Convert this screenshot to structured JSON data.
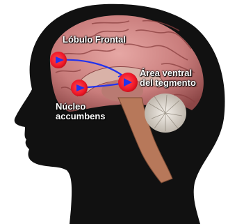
{
  "labels": {
    "frontal_lobe": "Lóbulo Frontal",
    "vta_line1": "Área ventral",
    "vta_line2": "del tegmento",
    "nac_line1": "Núcleo",
    "nac_line2": "accumbens"
  },
  "colors": {
    "head_silhouette": "#111111",
    "brain_pink": "#d98f8f",
    "brain_dark": "#7a3a3a",
    "cerebellum": "#e4dfd8",
    "brainstem": "#b7785a",
    "node_red": "#f01828",
    "pathway_blue": "#2233ee",
    "label_text": "#ffffff"
  }
}
